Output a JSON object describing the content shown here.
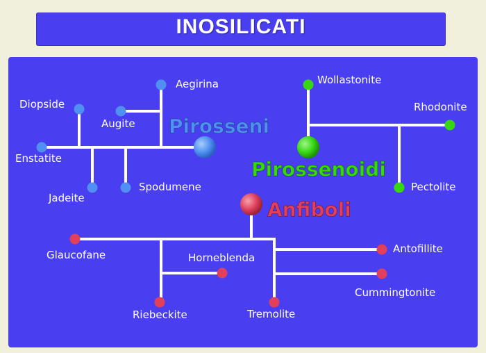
{
  "title": "INOSILICATI",
  "colors": {
    "background": "#f0f0dc",
    "panel": "#4a3ff0",
    "pirosseni": "#4f90f2",
    "pirossenoidi": "#37d812",
    "anfiboli": "#e0405c",
    "lines": "#ffffff"
  },
  "groups": {
    "pirosseni": "Pirosseni",
    "pirossenoidi": "Pirossenoidi",
    "anfiboli": "Anfiboli"
  },
  "minerals": {
    "aegirina": "Aegirina",
    "diopside": "Diopside",
    "augite": "Augite",
    "enstatite": "Enstatite",
    "jadeite": "Jadeite",
    "spodumene": "Spodumene",
    "wollastonite": "Wollastonite",
    "rhodonite": "Rhodonite",
    "pectolite": "Pectolite",
    "glaucofane": "Glaucofane",
    "horneblenda": "Horneblenda",
    "antofillite": "Antofillite",
    "cummingtonite": "Cummingtonite",
    "riebeckite": "Riebeckite",
    "tremolite": "Tremolite"
  }
}
